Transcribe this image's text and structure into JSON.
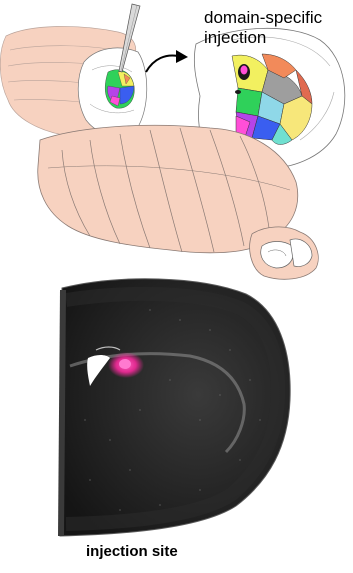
{
  "labels": {
    "top_line1": "domain-specific",
    "top_line2": "injection",
    "bottom": "injection site"
  },
  "colors": {
    "brain_fill": "#f7d2c0",
    "brain_outline": "#8a7a74",
    "section_bg": "#1c1c1c",
    "injection_glow": "#ff3ca8",
    "domain_colors": [
      "#f2f060",
      "#2fd15a",
      "#b544e8",
      "#ff4fd8",
      "#3a5ef0",
      "#f28a5a",
      "#9e9e9e",
      "#8fd8e8",
      "#70e0d0",
      "#d6b07a"
    ]
  }
}
